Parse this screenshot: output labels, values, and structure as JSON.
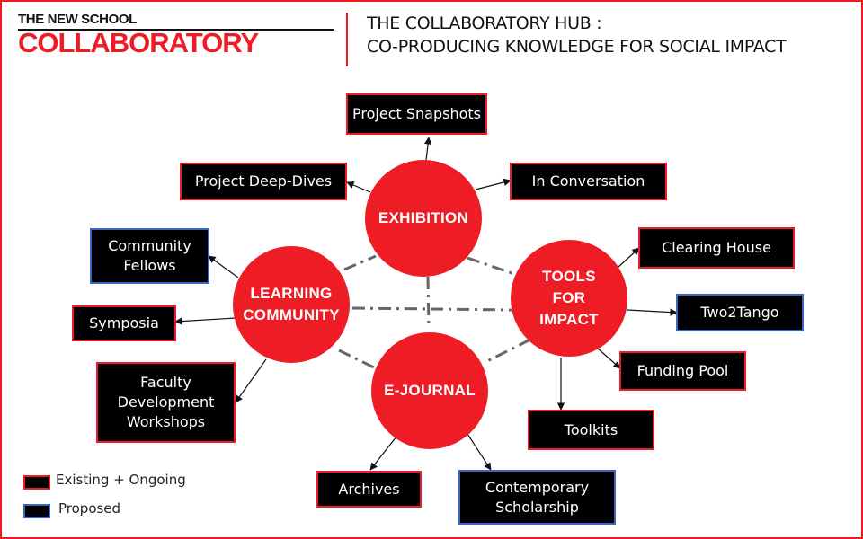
{
  "header": {
    "logo_top": "THE NEW SCHOOL",
    "logo_main": "COLLABORATORY",
    "title_line1": "THE COLLABORATORY HUB :",
    "title_line2": "CO-PRODUCING KNOWLEDGE FOR SOCIAL IMPACT"
  },
  "hubs": {
    "exhibition": "EXHIBITION",
    "learning": "LEARNING\nCOMMUNITY",
    "tools": "TOOLS\nFOR\nIMPACT",
    "ejournal": "E-JOURNAL"
  },
  "boxes": {
    "project_snapshots": "Project Snapshots",
    "project_deep_dives": "Project Deep-Dives",
    "in_conversation": "In Conversation",
    "community_fellows": "Community\nFellows",
    "symposia": "Symposia",
    "faculty_workshops": "Faculty\nDevelopment\nWorkshops",
    "clearing_house": "Clearing House",
    "two2tango": "Two2Tango",
    "funding_pool": "Funding Pool",
    "toolkits": "Toolkits",
    "archives": "Archives",
    "contemporary_scholarship": "Contemporary\nScholarship"
  },
  "legend": {
    "existing": "Existing + Ongoing",
    "proposed": "Proposed"
  },
  "colors": {
    "accent_red": "#ee1c24",
    "proposed_blue": "#3a66c4",
    "box_fill": "#000000",
    "dash_line": "#666666"
  }
}
